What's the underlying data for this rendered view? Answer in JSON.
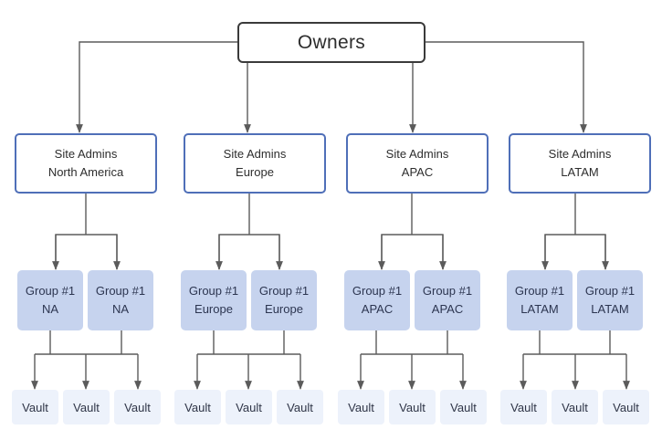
{
  "owners": {
    "label": "Owners"
  },
  "regions": [
    {
      "admin_lines": [
        "Site Admins",
        "North America"
      ],
      "groups": [
        {
          "lines": [
            "Group #1",
            "NA"
          ]
        },
        {
          "lines": [
            "Group #1",
            "NA"
          ]
        }
      ],
      "vaults": [
        "Vault",
        "Vault",
        "Vault"
      ]
    },
    {
      "admin_lines": [
        "Site Admins",
        "Europe"
      ],
      "groups": [
        {
          "lines": [
            "Group #1",
            "Europe"
          ]
        },
        {
          "lines": [
            "Group #1",
            "Europe"
          ]
        }
      ],
      "vaults": [
        "Vault",
        "Vault",
        "Vault"
      ]
    },
    {
      "admin_lines": [
        "Site Admins",
        "APAC"
      ],
      "groups": [
        {
          "lines": [
            "Group #1",
            "APAC"
          ]
        },
        {
          "lines": [
            "Group #1",
            "APAC"
          ]
        }
      ],
      "vaults": [
        "Vault",
        "Vault",
        "Vault"
      ]
    },
    {
      "admin_lines": [
        "Site Admins",
        "LATAM"
      ],
      "groups": [
        {
          "lines": [
            "Group #1",
            "LATAM"
          ]
        },
        {
          "lines": [
            "Group #1",
            "LATAM"
          ]
        }
      ],
      "vaults": [
        "Vault",
        "Vault",
        "Vault"
      ]
    }
  ],
  "colors": {
    "owners_border": "#3a3a3a",
    "admin_border": "#4f6fb8",
    "group_fill": "#c6d3ee",
    "vault_fill": "#edf2fb",
    "connector": "#5b5b5b"
  }
}
